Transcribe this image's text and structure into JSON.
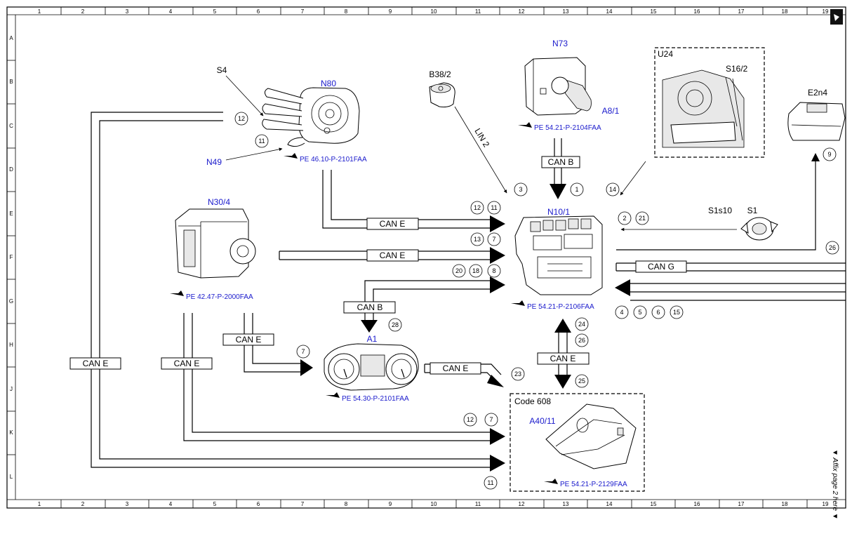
{
  "grid": {
    "columns": [
      "1",
      "2",
      "3",
      "4",
      "5",
      "6",
      "7",
      "8",
      "9",
      "10",
      "11",
      "12",
      "13",
      "14",
      "15",
      "16",
      "17",
      "18",
      "19"
    ],
    "rows": [
      "A",
      "B",
      "C",
      "D",
      "E",
      "F",
      "G",
      "H",
      "J",
      "K",
      "L"
    ]
  },
  "components": {
    "n80": "N80",
    "s4": "S4",
    "n49": "N49",
    "b38_2": "B38/2",
    "n73": "N73",
    "a8_1": "A8/1",
    "u24": "U24",
    "s16_2": "S16/2",
    "e2n4": "E2n4",
    "n30_4": "N30/4",
    "n10_1": "N10/1",
    "s1s10": "S1s10",
    "s1": "S1",
    "a1": "A1",
    "code608": "Code 608",
    "a40_11": "A40/11"
  },
  "references": {
    "n80": "PE 46.10-P-2101FAA",
    "n73": "PE 54.21-P-2104FAA",
    "n30_4": "PE 42.47-P-2000FAA",
    "n10_1": "PE 54.21-P-2106FAA",
    "a1": "PE 54.30-P-2101FAA",
    "a40_11": "PE 54.21-P-2129FAA"
  },
  "buses": {
    "can_e": "CAN E",
    "can_b": "CAN B",
    "can_g": "CAN G",
    "lin2": "LIN 2"
  },
  "markers": {
    "m12_s4": "12",
    "m11_s4": "11",
    "m3": "3",
    "m1": "1",
    "m14": "14",
    "m9": "9",
    "m12_e": "12",
    "m11_e": "11",
    "m13_f": "13",
    "m7_f": "7",
    "m20": "20",
    "m18": "18",
    "m8": "8",
    "m2": "2",
    "m21": "21",
    "m26_r": "26",
    "m4": "4",
    "m5": "5",
    "m6": "6",
    "m15": "15",
    "m28": "28",
    "m7_h": "7",
    "m24": "24",
    "m26_h": "26",
    "m23": "23",
    "m25": "25",
    "m12_k": "12",
    "m7_k": "7",
    "m11_l": "11"
  },
  "side_note": "▼ Affix page 2 here ▼",
  "colors": {
    "component_label": "#1a1acc",
    "lines": "#000000",
    "background": "#ffffff"
  }
}
